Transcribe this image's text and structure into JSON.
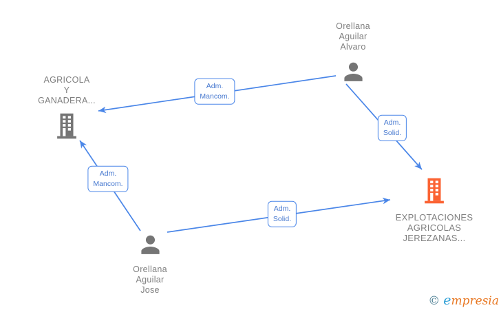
{
  "colors": {
    "edge_blue": "#4a86e8",
    "label_text": "#4678cf",
    "node_gray": "#757575",
    "node_text": "#7f7f7f",
    "building_orange": "#fb6333",
    "logo_copyright": "#4a7d92",
    "logo_letter": "#2d9fd6",
    "logo_rest": "#e87722"
  },
  "nodes": [
    {
      "id": "orellana-aguilar-alvaro",
      "type": "person",
      "label": "Orellana\nAguilar\nAlvaro"
    },
    {
      "id": "agricola-y-ganadera",
      "type": "building",
      "label": "AGRICOLA\nY\nGANADERA..."
    },
    {
      "id": "explotaciones-agricolas-jerezanas",
      "type": "building",
      "highlighted": true,
      "label": "EXPLOTACIONES\nAGRICOLAS\nJEREZANAS..."
    },
    {
      "id": "orellana-aguilar-jose",
      "type": "person",
      "label": "Orellana\nAguilar\nJose"
    }
  ],
  "edges": [
    {
      "from": "orellana-aguilar-alvaro",
      "to": "agricola-y-ganadera",
      "label": "Adm.\nMancom."
    },
    {
      "from": "orellana-aguilar-alvaro",
      "to": "explotaciones-agricolas-jerezanas",
      "label": "Adm.\nSolid."
    },
    {
      "from": "orellana-aguilar-jose",
      "to": "agricola-y-ganadera",
      "label": "Adm.\nMancom."
    },
    {
      "from": "orellana-aguilar-jose",
      "to": "explotaciones-agricolas-jerezanas",
      "label": "Adm.\nSolid."
    }
  ],
  "watermark": {
    "copyright": "©",
    "brand_first_letter": "e",
    "brand_rest": "mpresia"
  }
}
